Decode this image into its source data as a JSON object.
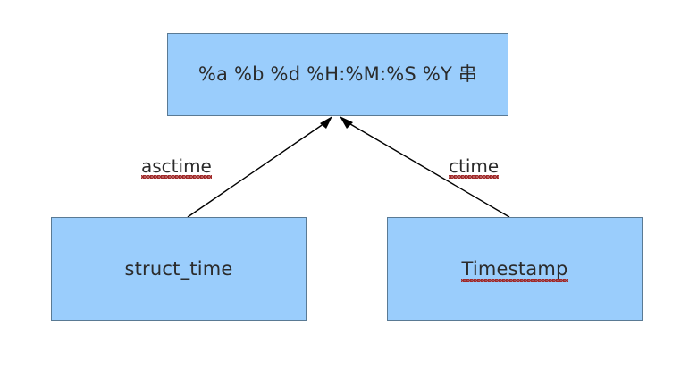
{
  "diagram": {
    "type": "flow-diagram",
    "title": "",
    "background_color": "#ffffff",
    "node_fill_color": "#9ACDFC",
    "node_border_color": "#5A7A94",
    "text_color": "#2b2b2b",
    "edge_color": "#000000",
    "spellcheck_underline_color": "#a12a2a",
    "nodes": [
      {
        "id": "format-string",
        "label": "%a %b %d %H:%M:%S %Y 串",
        "spellchecked": false
      },
      {
        "id": "struct-time",
        "label": "struct_time",
        "spellchecked": false
      },
      {
        "id": "timestamp",
        "label": "Timestamp",
        "spellchecked": true
      }
    ],
    "edges": [
      {
        "id": "asctime",
        "label": "asctime",
        "from": "struct-time",
        "to": "format-string",
        "arrowhead": "filled",
        "spellchecked": true
      },
      {
        "id": "ctime",
        "label": "ctime",
        "from": "timestamp",
        "to": "format-string",
        "arrowhead": "filled",
        "spellchecked": true
      }
    ]
  }
}
